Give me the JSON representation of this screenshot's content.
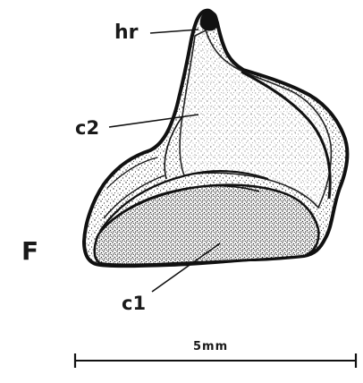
{
  "figure": {
    "panel_letter": "F",
    "labels": {
      "hr": "hr",
      "c2": "c2",
      "c1": "c1"
    },
    "scale_bar": {
      "label": "5mm",
      "length_mm": 5
    },
    "colors": {
      "ink": "#1a1a1a",
      "background": "#ffffff"
    }
  }
}
